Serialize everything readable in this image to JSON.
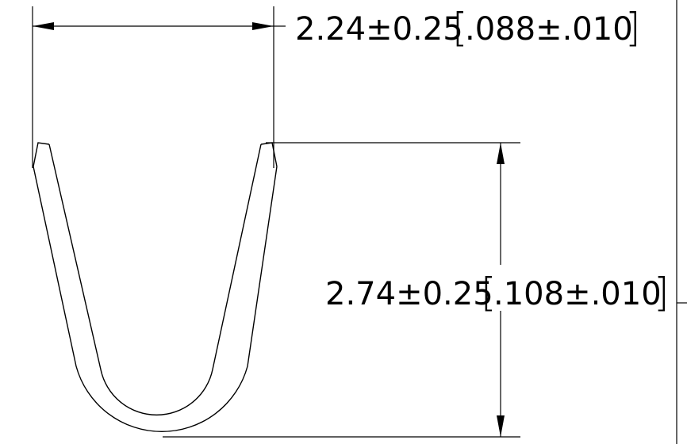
{
  "dimensions": {
    "width": {
      "metric": "2.24±0.25",
      "imperial": ".088±.010"
    },
    "height": {
      "metric": "2.74±0.25",
      "imperial": ".108±.010"
    }
  },
  "colors": {
    "ink": "#000000",
    "background": "#ffffff"
  }
}
